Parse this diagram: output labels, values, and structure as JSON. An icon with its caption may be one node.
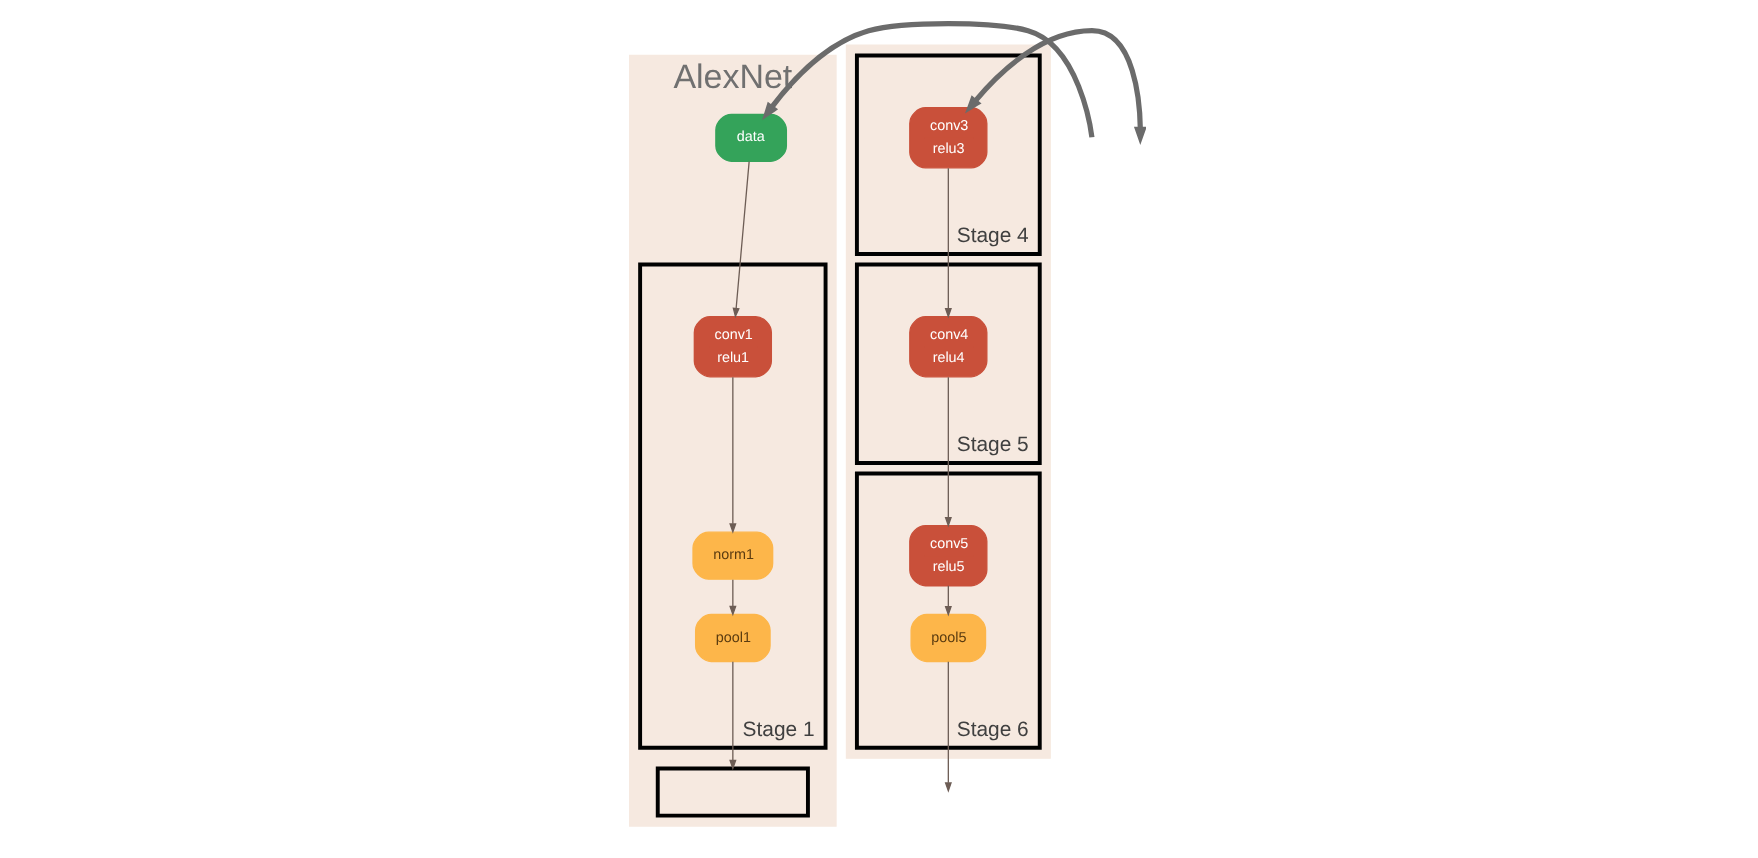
{
  "diagram": {
    "nodes": [
      {
        "text": [
          "AlexNet"
        ]
      },
      {
        "text": [
          "data"
        ],
        "in": 0
      },
      {
        "text": [
          "Stage 1"
        ],
        "in": 0
      },
      {
        "text": [
          "conv1",
          "relu1"
        ],
        "in": 2
      },
      {
        "text": [
          "norm1"
        ],
        "in": 2
      },
      {
        "text": [
          "pool1"
        ],
        "in": 2
      },
      {
        "text": [],
        "shape": "box",
        "in": 0
      },
      {
        "text": [],
        "shape": "box"
      },
      {
        "text": [
          "Stage 4"
        ],
        "in": 7
      },
      {
        "text": [
          "conv3",
          "relu3"
        ],
        "in": 8
      },
      {
        "text": [
          "Stage 5"
        ],
        "in": 7
      },
      {
        "text": [
          "conv4",
          "relu4"
        ],
        "in": 10
      },
      {
        "text": [
          "Stage 6"
        ],
        "in": 7
      },
      {
        "text": [
          "conv5",
          "relu5"
        ],
        "in": 12
      },
      {
        "text": [
          "pool5"
        ],
        "in": 12
      }
    ],
    "edges": [
      {
        "from": null,
        "to": 1,
        "arrow": "to",
        "style": "thick",
        "color": "#6b6b6b"
      },
      {
        "from": 1,
        "to": 3,
        "arrow": "to"
      },
      {
        "from": 3,
        "to": 4,
        "arrow": "to"
      },
      {
        "from": 4,
        "to": 5,
        "arrow": "to"
      },
      {
        "from": 5,
        "to": 6,
        "arrow": "to"
      },
      {
        "from": null,
        "to": 9,
        "arrow": "both",
        "style": "thick",
        "color": "#6b6b6b"
      },
      {
        "from": 9,
        "to": 11,
        "arrow": "to"
      },
      {
        "from": 11,
        "to": 13,
        "arrow": "to"
      },
      {
        "from": 13,
        "to": 14,
        "arrow": "to"
      },
      {
        "from": 14,
        "to": null,
        "arrow": "to"
      }
    ]
  }
}
